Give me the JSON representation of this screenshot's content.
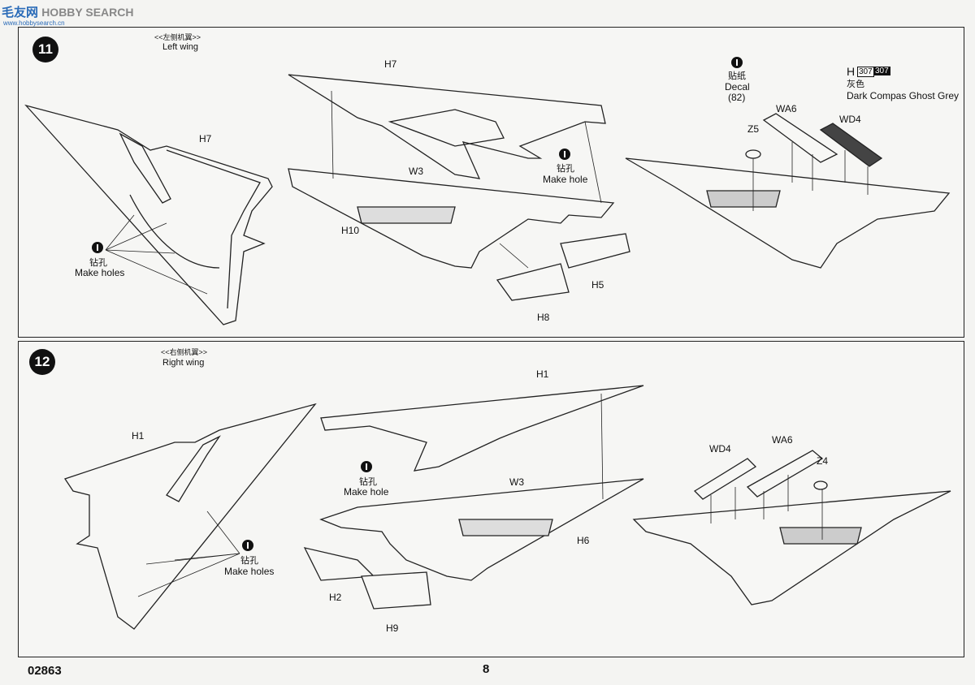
{
  "watermark": {
    "chars": "毛友网",
    "text": "HOBBY SEARCH",
    "sub": "www.hobbysearch.cn"
  },
  "step11": {
    "number": "11",
    "title_cn": "<<左侧机翼>>",
    "title_en": "Left wing",
    "left_part": "H7",
    "drill_cn": "钻孔",
    "drill_en": "Make holes",
    "upper_part": "H7",
    "lower_part": "H10",
    "w3": "W3",
    "hole_cn": "钻孔",
    "hole_en": "Make hole",
    "h5": "H5",
    "h8": "H8",
    "z5": "Z5",
    "decal_cn": "贴纸",
    "decal_en": "Decal",
    "decal_num": "(82)",
    "wa6": "WA6",
    "wd4": "WD4",
    "paint_letter": "H",
    "paint_code1": "307",
    "paint_code2": "307",
    "paint_cn": "灰色",
    "paint_en": "Dark Compas Ghost Grey"
  },
  "step12": {
    "number": "12",
    "title_cn": "<<右侧机翼>>",
    "title_en": "Right wing",
    "left_part": "H1",
    "drill_cn": "钻孔",
    "drill_en": "Make holes",
    "upper_part": "H1",
    "hole_cn": "钻孔",
    "hole_en": "Make hole",
    "w3": "W3",
    "h6": "H6",
    "h2": "H2",
    "h9": "H9",
    "wd4": "WD4",
    "wa6": "WA6",
    "z4": "Z4"
  },
  "footer": {
    "code": "02863",
    "page": "8"
  }
}
